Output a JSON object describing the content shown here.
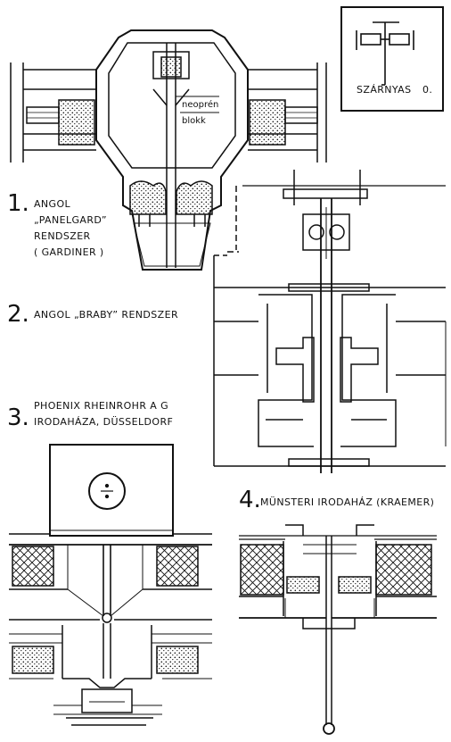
{
  "colors": {
    "ink": "#111111",
    "paper": "#ffffff"
  },
  "legend": {
    "label": "SZÁRNYAS",
    "suffix": "0."
  },
  "detail1": {
    "number": "1.",
    "lines": [
      "ANGOL",
      "„PANELGARD”",
      "RENDSZER",
      "( GARDINER )"
    ],
    "note_top": "neoprén",
    "note_bottom": "blokk"
  },
  "detail2": {
    "number": "2.",
    "title": "ANGOL „BRABY” RENDSZER"
  },
  "detail3": {
    "number": "3.",
    "line1": "PHOENIX RHEINROHR A G",
    "line2": "IRODAHÁZA, DÜSSELDORF"
  },
  "detail4": {
    "number": "4.",
    "title": "MÜNSTERI IRODAHÁZ (KRAEMER)"
  }
}
